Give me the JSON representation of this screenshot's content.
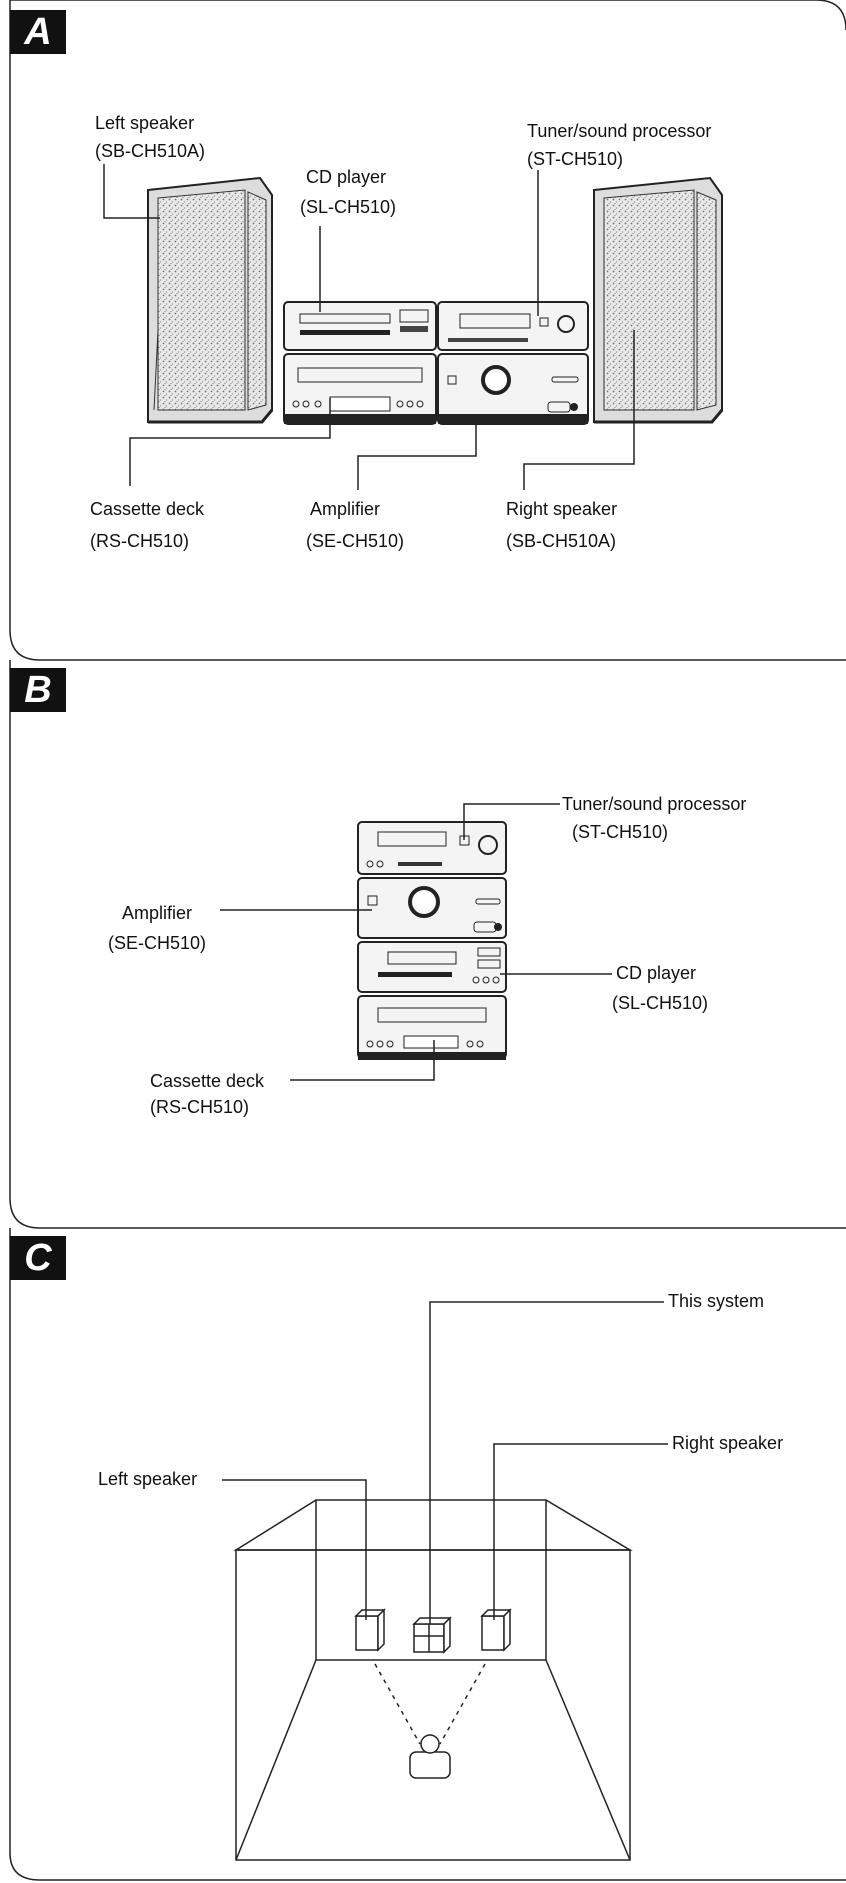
{
  "sections": {
    "a": {
      "badge": "A",
      "labels": {
        "left_speaker": "Left speaker",
        "left_speaker_model": "(SB-CH510A)",
        "cd_player": "CD player",
        "cd_player_model": "(SL-CH510)",
        "tuner": "Tuner/sound processor",
        "tuner_model": "(ST-CH510)",
        "cassette": "Cassette deck",
        "cassette_model": "(RS-CH510)",
        "amplifier": "Amplifier",
        "amplifier_model": "(SE-CH510)",
        "right_speaker": "Right speaker",
        "right_speaker_model": "(SB-CH510A)"
      }
    },
    "b": {
      "badge": "B",
      "labels": {
        "tuner": "Tuner/sound processor",
        "tuner_model": "(ST-CH510)",
        "amplifier": "Amplifier",
        "amplifier_model": "(SE-CH510)",
        "cd_player": "CD player",
        "cd_player_model": "(SL-CH510)",
        "cassette": "Cassette deck",
        "cassette_model": "(RS-CH510)"
      }
    },
    "c": {
      "badge": "C",
      "labels": {
        "this_system": "This system",
        "right_speaker": "Right speaker",
        "left_speaker": "Left speaker"
      }
    }
  }
}
